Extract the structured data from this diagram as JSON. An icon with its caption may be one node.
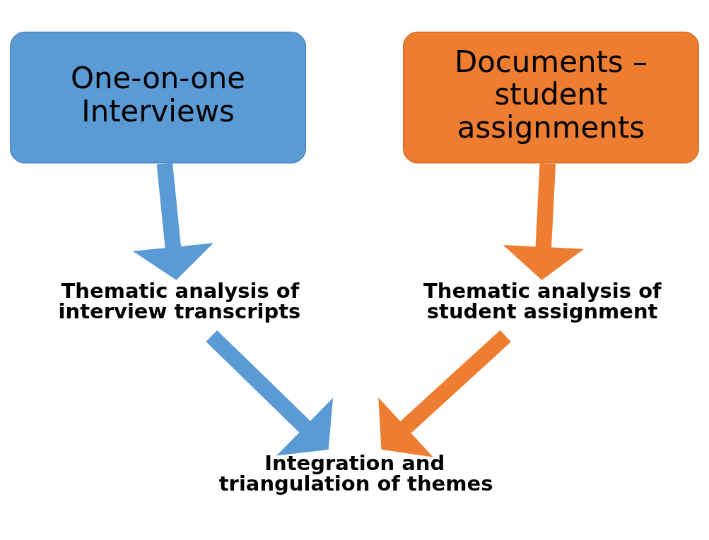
{
  "diagram": {
    "nodes": [
      {
        "text": [
          "One-on-one Interviews"
        ]
      },
      {
        "text": [
          "Documents – student assignments"
        ]
      },
      {
        "text": [
          "Thematic analysis of interview transcripts"
        ]
      },
      {
        "text": [
          "Thematic analysis of student assignment"
        ]
      },
      {
        "text": [
          "Integration and triangulation of themes"
        ]
      }
    ],
    "edges": [
      {
        "from": 0,
        "to": 2,
        "arrow": "to",
        "color": "#5b9bd5"
      },
      {
        "from": 1,
        "to": 3,
        "arrow": "to",
        "color": "#ed7d31"
      },
      {
        "from": 2,
        "to": 4,
        "arrow": "to",
        "color": "#5b9bd5"
      },
      {
        "from": 3,
        "to": 4,
        "arrow": "to",
        "color": "#ed7d31"
      }
    ]
  }
}
